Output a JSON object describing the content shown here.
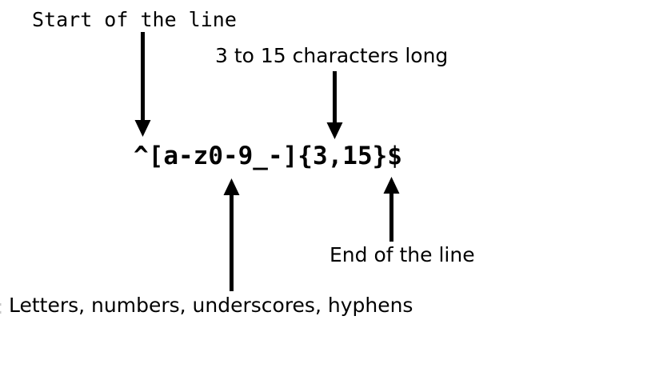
{
  "diagram": {
    "title_pattern": "^[a-z0-9_-]{3,15}$",
    "background_color": "#ffffff",
    "ink_color": "#000000",
    "annotations": [
      {
        "id": "start-of-line",
        "text": "Start of the line",
        "font": "monospace",
        "points_to": "^",
        "arrow_direction": "down"
      },
      {
        "id": "length-quantifier",
        "text": "3 to 15 characters long",
        "font": "sans",
        "points_to": "{3,15}",
        "arrow_direction": "down"
      },
      {
        "id": "character-class",
        "text": "Letters, numbers, underscores, hyphens",
        "font": "sans",
        "points_to": "[a-z0-9_-]",
        "arrow_direction": "up"
      },
      {
        "id": "end-of-line",
        "text": "End of the line",
        "font": "sans",
        "points_to": "$",
        "arrow_direction": "up"
      }
    ],
    "clipped_left_fragment": ":"
  }
}
